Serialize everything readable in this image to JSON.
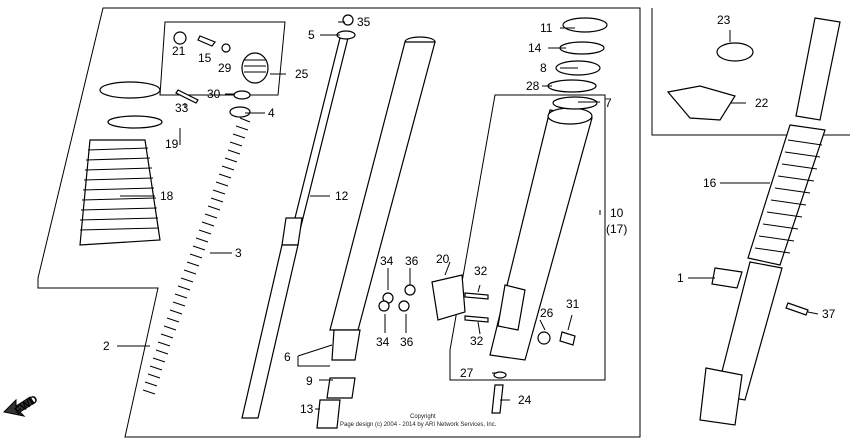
{
  "callouts": {
    "c1": "1",
    "c2": "2",
    "c3": "3",
    "c4": "4",
    "c5": "5",
    "c6": "6",
    "c7": "7",
    "c8": "8",
    "c9": "9",
    "c10": "10",
    "c10b": "(17)",
    "c11": "11",
    "c12": "12",
    "c13": "13",
    "c14": "14",
    "c15": "15",
    "c16": "16",
    "c18": "18",
    "c19": "19",
    "c20": "20",
    "c21": "21",
    "c22": "22",
    "c23": "23",
    "c24": "24",
    "c25": "25",
    "c26": "26",
    "c27": "27",
    "c28": "28",
    "c29": "29",
    "c30": "30",
    "c31": "31",
    "c32a": "32",
    "c32b": "32",
    "c33": "33",
    "c34a": "34",
    "c34b": "34",
    "c35": "35",
    "c36a": "36",
    "c36b": "36",
    "c37": "37"
  },
  "fwd_label": "FWD",
  "copyright": {
    "line1": "Copyright",
    "line2": "Page design (c) 2004 - 2014 by ARI Network Services, Inc."
  }
}
